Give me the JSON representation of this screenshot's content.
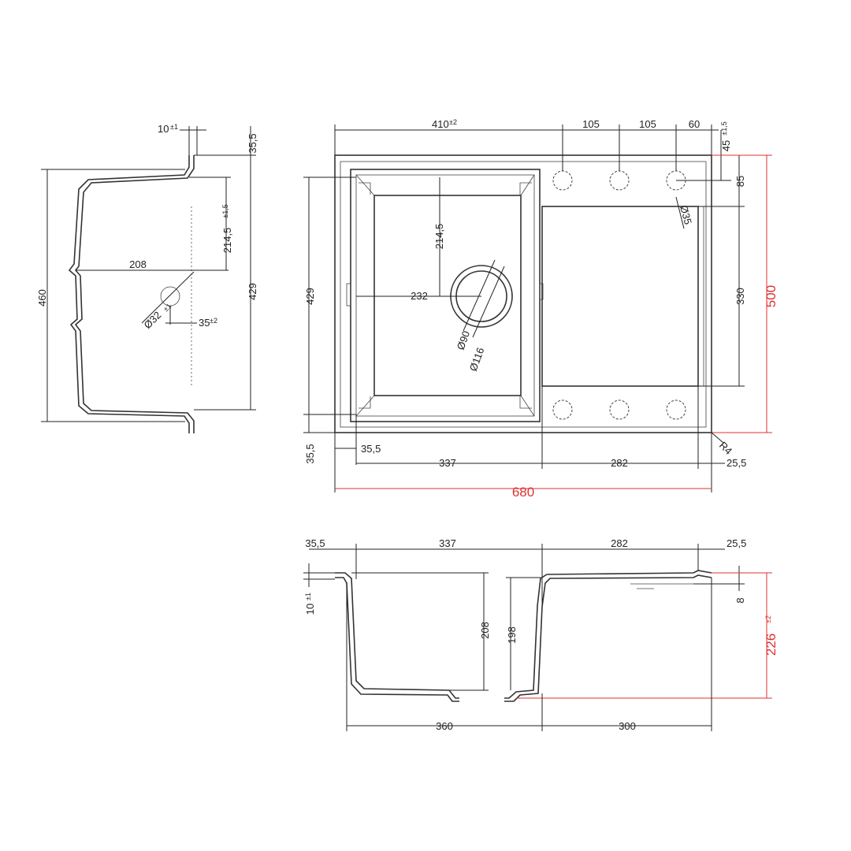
{
  "colors": {
    "line": "#222222",
    "highlight": "#e03030",
    "background": "#ffffff"
  },
  "side_view": {
    "d_10": "10",
    "d_10_tol": "±1",
    "d_35_5": "35,5",
    "d_460": "460",
    "d_429": "429",
    "d_214_5": "214,5",
    "d_214_5_tol": "±1,5",
    "d_208": "208",
    "d_32": "Ø32",
    "d_32_tol": "±1",
    "d_35": "35",
    "d_35_tol": "±2"
  },
  "top_view": {
    "d_410": "410",
    "d_410_tol": "±2",
    "d_105a": "105",
    "d_105b": "105",
    "d_60": "60",
    "d_45": "45",
    "d_45_tol": "±1,5",
    "d_85": "85",
    "d_35_hole": "Ø35",
    "d_500": "500",
    "d_330": "330",
    "d_214_5": "214,5",
    "d_232": "232",
    "d_90": "Ø90",
    "d_116": "Ø116",
    "d_429": "429",
    "d_35_5_left": "35,5",
    "d_35_5_inner": "35,5",
    "d_337": "337",
    "d_282": "282",
    "d_25_5": "25,5",
    "d_r4": "R4",
    "d_680": "680"
  },
  "front_view": {
    "d_35_5": "35,5",
    "d_337": "337",
    "d_282": "282",
    "d_25_5": "25,5",
    "d_10": "10",
    "d_10_tol": "±1",
    "d_208": "208",
    "d_198": "198",
    "d_8": "8",
    "d_226": "226",
    "d_226_tol": "±2",
    "d_360": "360",
    "d_300": "300"
  }
}
